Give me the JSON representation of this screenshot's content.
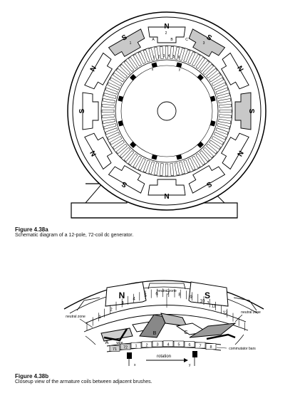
{
  "figure_a": {
    "label": "Figure 4.38a",
    "caption": "Schematic diagram of a 12-pole, 72-coil dc generator.",
    "poles": [
      "N",
      "S",
      "N",
      "S",
      "N",
      "S",
      "N",
      "S",
      "N",
      "S",
      "N",
      "S"
    ],
    "pole_numbers": [
      "2",
      "1",
      "3"
    ],
    "brush_letters": [
      "A",
      "B",
      "C"
    ],
    "commutator_numbers": [
      "1",
      "2",
      "3",
      "4",
      "5",
      "6"
    ],
    "brush_labels": [
      "x",
      "y"
    ]
  },
  "figure_b": {
    "label": "Figure 4.38b",
    "caption": "Closeup view of the armature coils between adjacent brushes.",
    "pole_left": "N",
    "pole_left_number": "2",
    "pole_right": "S",
    "pole_right_number": "3",
    "neutral_zone_top": "neutral zone",
    "neutral_zone_left": "neutral zone",
    "neutral_zone_right": "neutral zone",
    "commutator_bars_label": "commutator bars",
    "rotation_label": "rotation",
    "wire_label": "wire",
    "coil_letters": [
      "A",
      "B",
      "C"
    ],
    "brush_x": "x",
    "brush_y": "y",
    "coil_numbers": [
      "1",
      "2",
      "3",
      "4",
      "5",
      "6",
      "7",
      "8",
      "9",
      "10",
      "11",
      "12"
    ],
    "bar_numbers": [
      "71",
      "72",
      "1",
      "2",
      "3",
      "4",
      "5",
      "6",
      "7",
      "8"
    ]
  }
}
